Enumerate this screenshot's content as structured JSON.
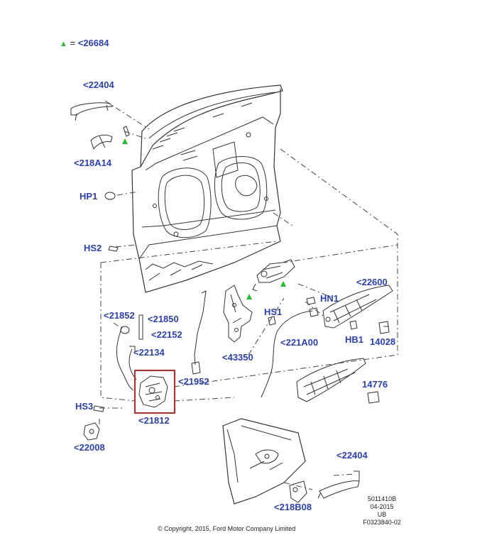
{
  "legend": {
    "marker_label": "= ",
    "ref": "<26684"
  },
  "callouts": {
    "c22404_top": "<22404",
    "c218A14": "<218A14",
    "cHP1": "HP1",
    "cHS2": "HS2",
    "c21852": "<21852",
    "c21850": "<21850",
    "c22152": "<22152",
    "c22134": "<22134",
    "c21952": "<21952",
    "c21812": "<21812",
    "cHS3": "HS3",
    "c22008": "<22008",
    "cHN1": "HN1",
    "cHS1": "HS1",
    "c22600": "<22600",
    "c43350": "<43350",
    "c221A00": "<221A00",
    "cHB1": "HB1",
    "c14028": "14028",
    "c14776": "14776",
    "c22404_bottom": "<22404",
    "c218B08": "<218B08"
  },
  "meta": {
    "code": "5011410B",
    "date": "04-2015",
    "region": "UB",
    "figure": "F0323840-02"
  },
  "copyright": "© Copyright, 2015, Ford Motor Company Limited",
  "colors": {
    "callout_text": "#2a3fc7",
    "marker_triangle": "#22c02a",
    "highlight_box": "#e0201a",
    "line_art": "#333333"
  }
}
